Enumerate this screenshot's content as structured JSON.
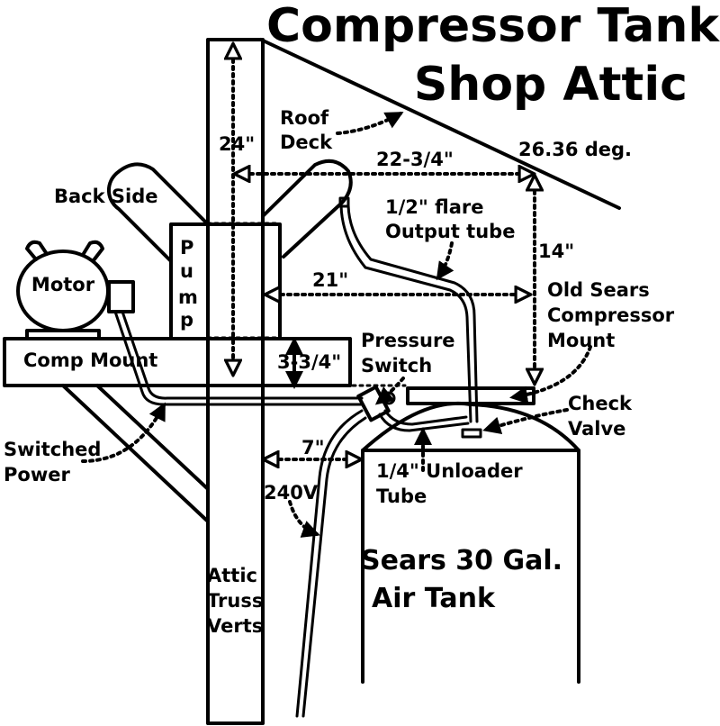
{
  "title": {
    "line1": "Compressor Tank",
    "line2": "Shop Attic"
  },
  "labels": {
    "roof_deck_1": "Roof",
    "roof_deck_2": "Deck",
    "roof_angle": "26.36 deg.",
    "back_side": "Back Side",
    "pump_p": "P",
    "pump_u": "u",
    "pump_m": "m",
    "pump_p2": "p",
    "motor": "Motor",
    "comp_mount": "Comp Mount",
    "output_tube_1": "1/2\" flare",
    "output_tube_2": "Output tube",
    "old_sears_1": "Old Sears",
    "old_sears_2": "Compressor",
    "old_sears_3": "Mount",
    "pressure_switch_1": "Pressure",
    "pressure_switch_2": "Switch",
    "check_valve_1": "Check",
    "check_valve_2": "Valve",
    "switched_power_1": "Switched",
    "switched_power_2": "Power",
    "unloader_1": "1/4\" Unloader",
    "unloader_2": "Tube",
    "voltage": "240V",
    "tank_1": "Sears 30 Gal.",
    "tank_2": "Air Tank",
    "truss_1": "Attic",
    "truss_2": "Truss",
    "truss_3": "Verts"
  },
  "dimensions": {
    "vertical_truss": "24\"",
    "to_roof": "22-3/4\"",
    "roof_drop": "14\"",
    "pump_to_mount": "21\"",
    "mount_thickness": "3-3/4\"",
    "truss_to_tank": "7\""
  }
}
